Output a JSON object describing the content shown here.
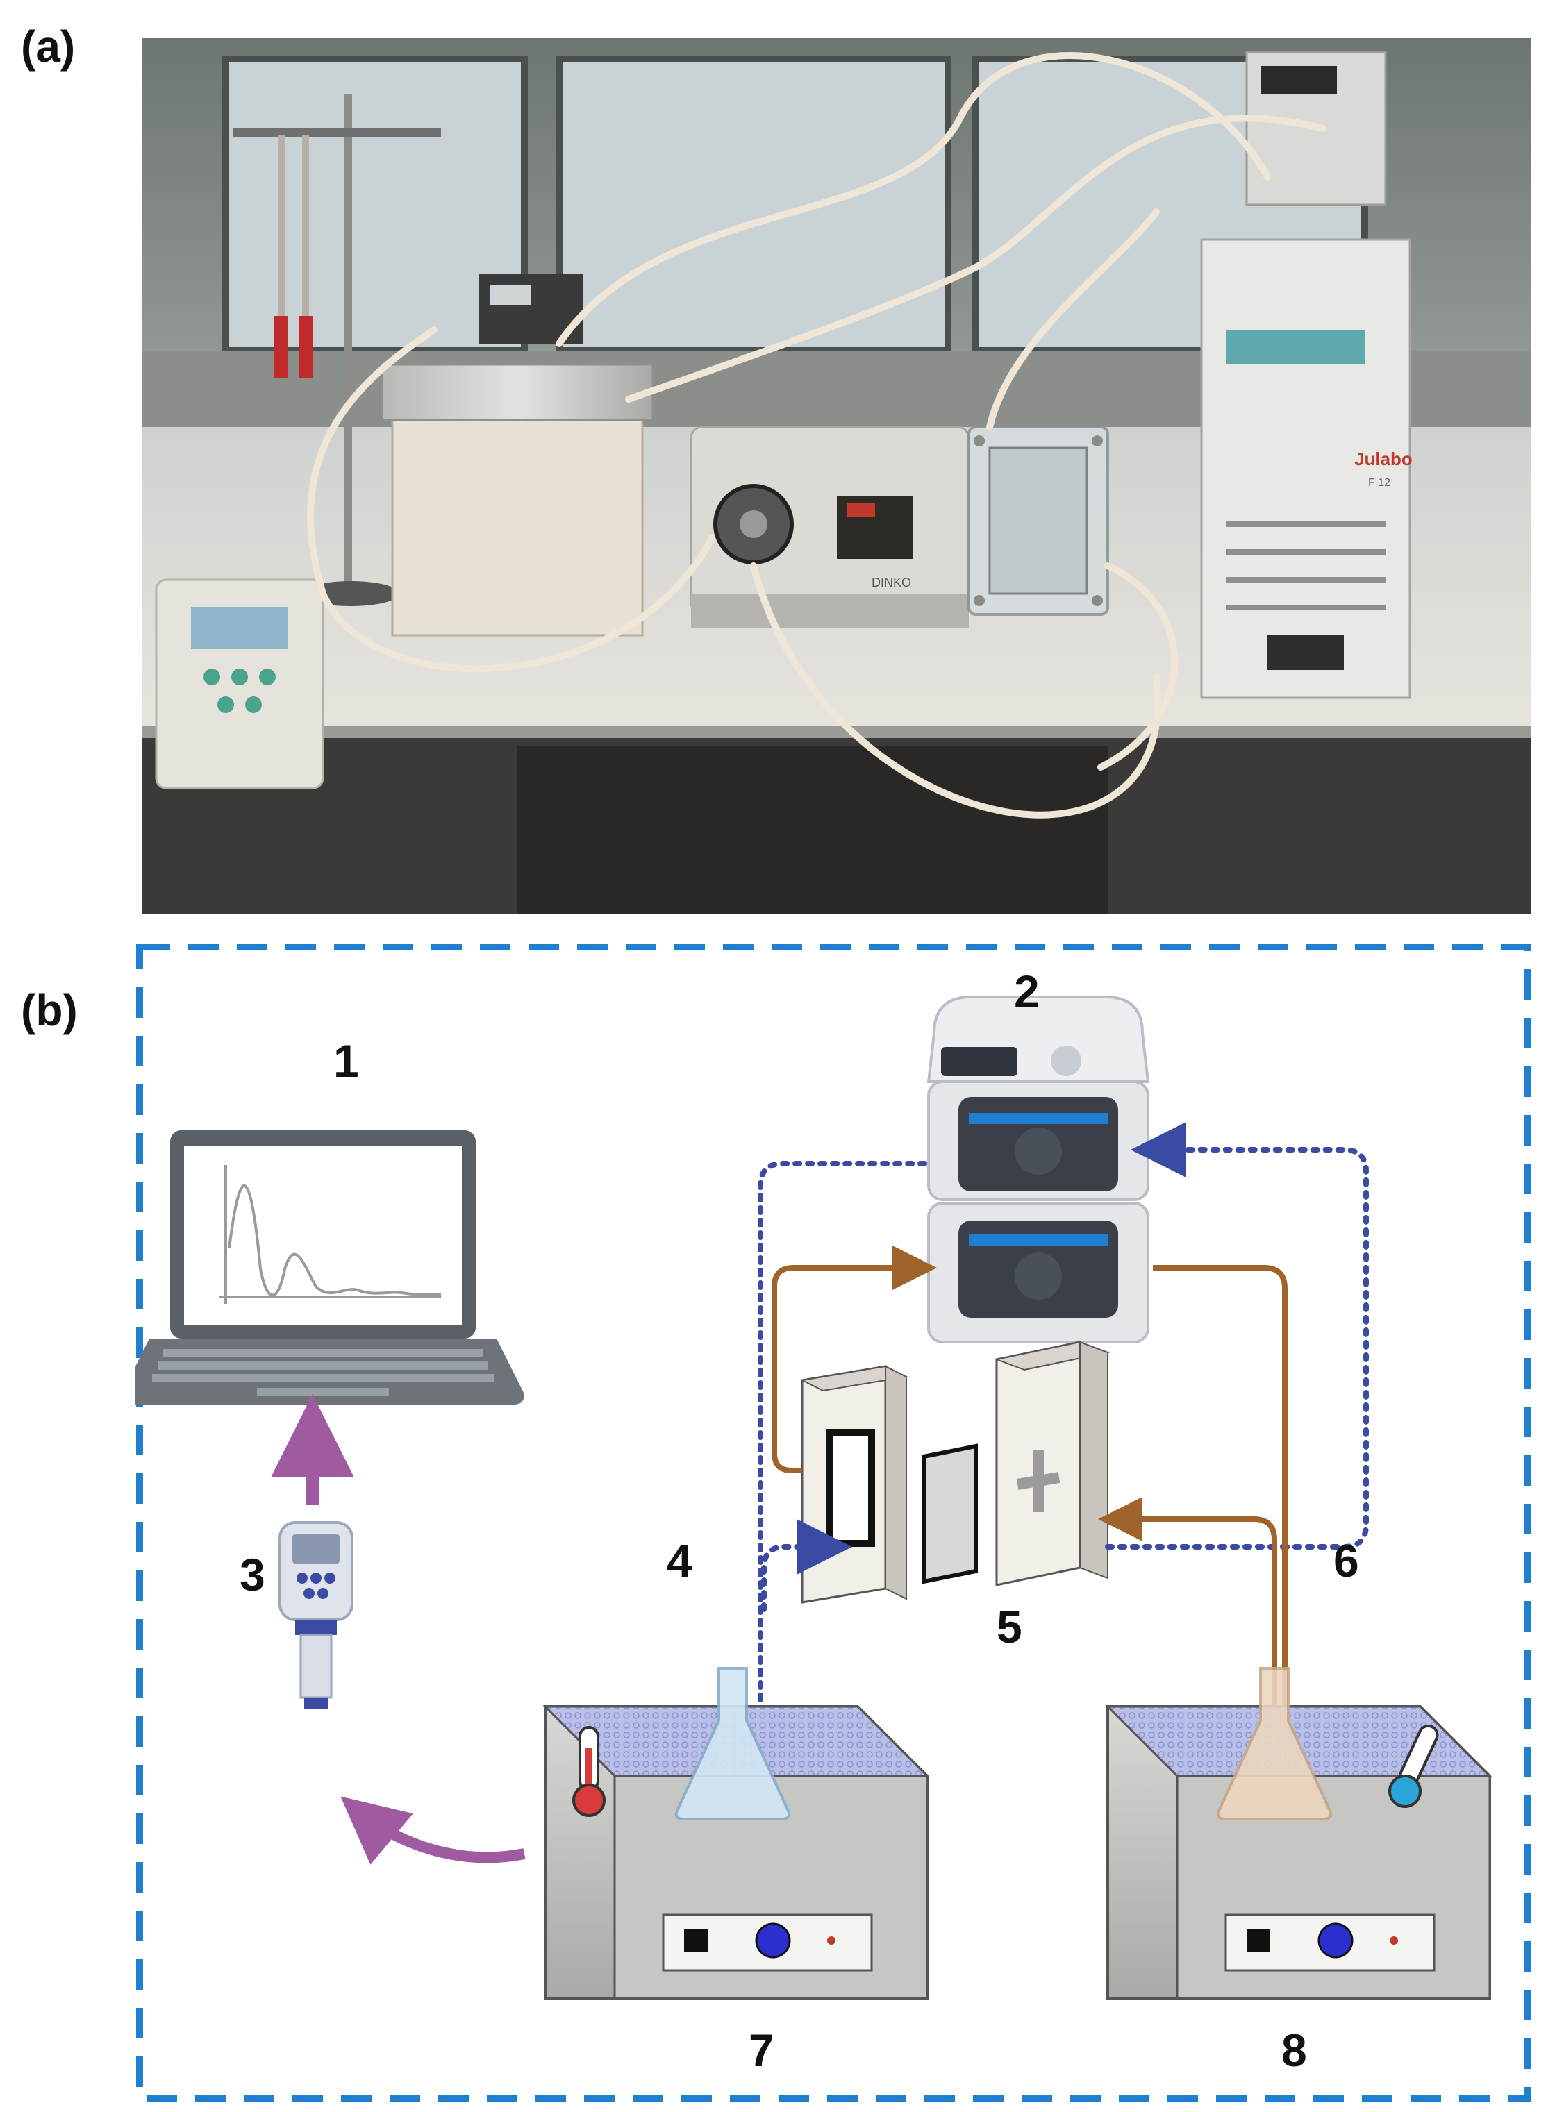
{
  "panels": {
    "a": "(a)",
    "b": "(b)"
  },
  "photo": {
    "brand_pump": "DINKO",
    "brand_chiller": "Julabo",
    "brand_chiller_model": "F 12"
  },
  "components": {
    "n1": "1",
    "n2": "2",
    "n3": "3",
    "n4": "4",
    "n5": "5",
    "n6": "6",
    "n7": "7",
    "n8": "8"
  },
  "colors": {
    "border": "#1f7fd1",
    "feed_loop": "#3b4aa3",
    "draw_loop": "#a0642a",
    "signal": "#a05aa0",
    "hot": "#d93a3a",
    "cold": "#2aa3d8"
  }
}
